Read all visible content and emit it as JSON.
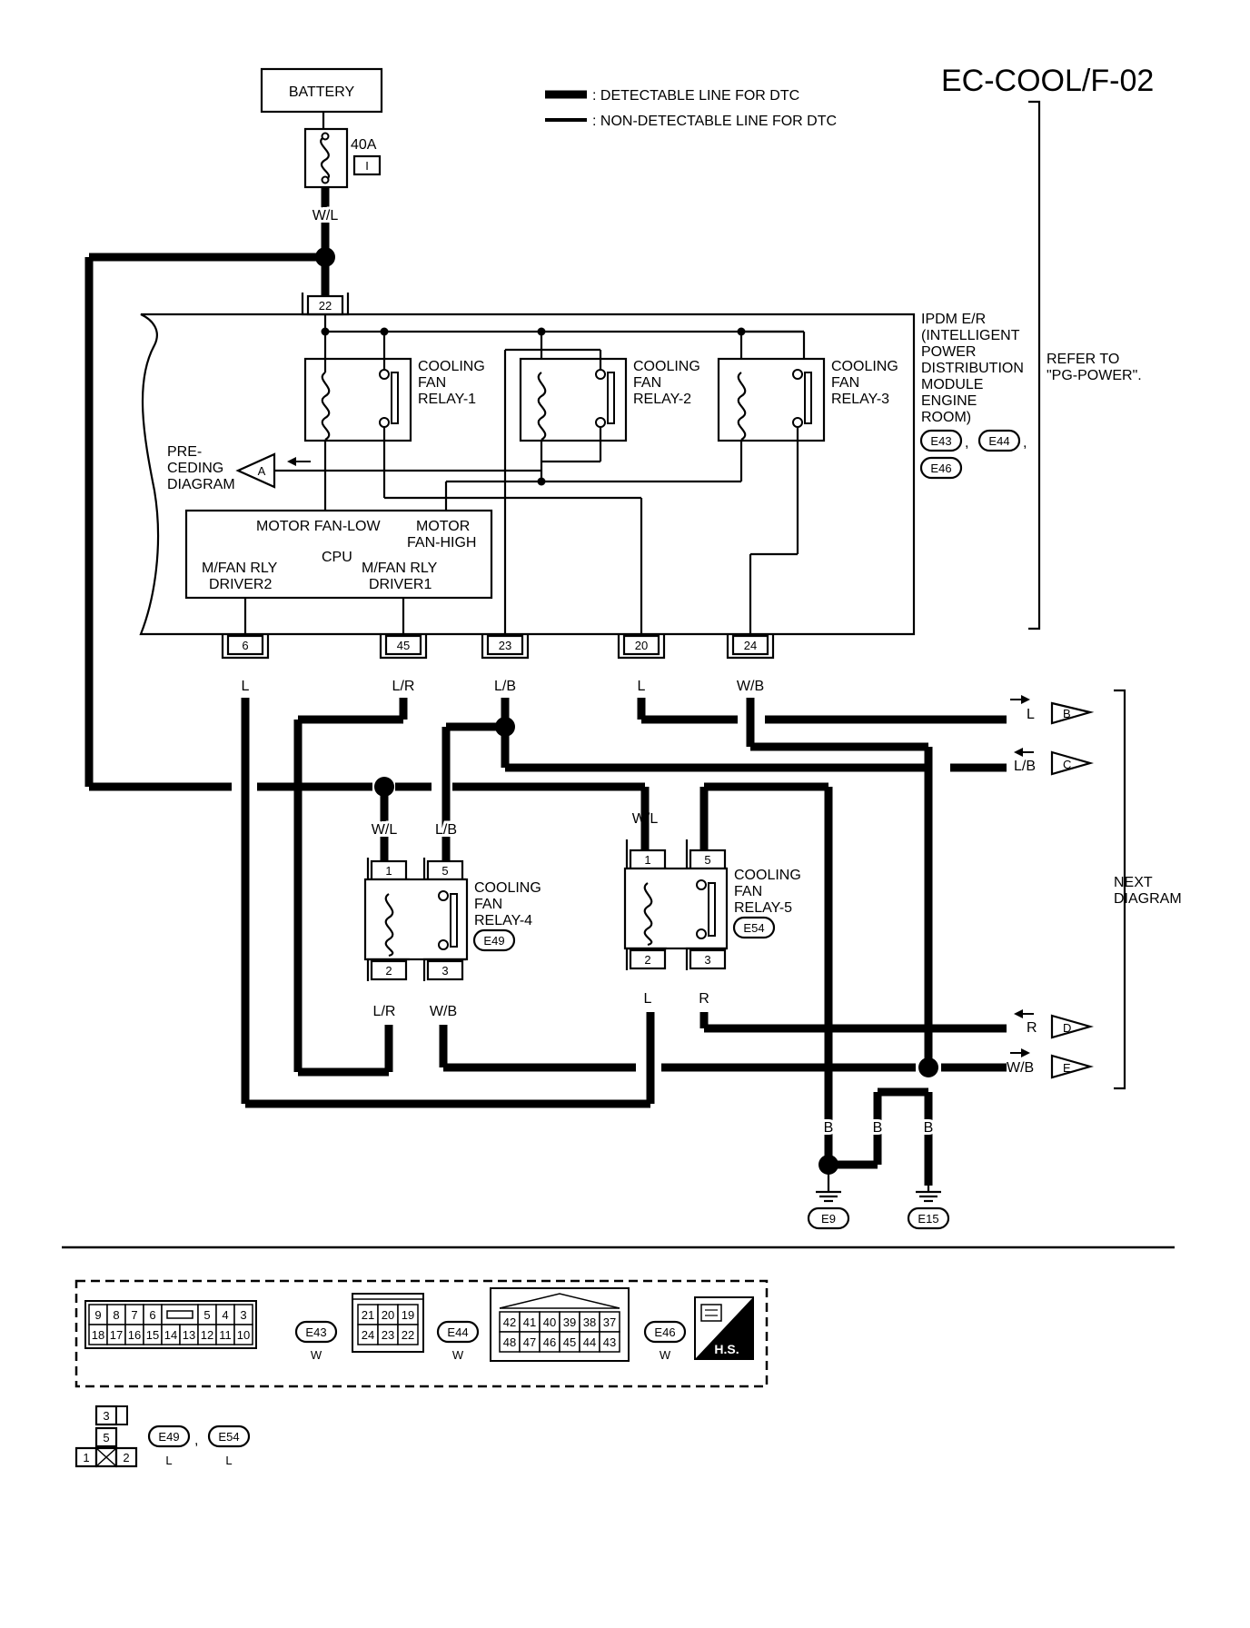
{
  "title": "EC-COOL/F-02",
  "legend": {
    "detectable": ": DETECTABLE LINE FOR DTC",
    "non_detectable": ": NON-DETECTABLE LINE FOR DTC"
  },
  "battery": {
    "label": "BATTERY",
    "fuse_rating": "40A",
    "fuse_id": "I",
    "wire": "W/L"
  },
  "ipdm": {
    "lines": [
      "IPDM E/R",
      "(INTELLIGENT",
      "POWER",
      "DISTRIBUTION",
      "MODULE",
      "ENGINE",
      "ROOM)"
    ],
    "connectors": [
      "E43",
      "E44",
      "E46"
    ],
    "refer": [
      "REFER TO",
      "\"PG-POWER\"."
    ],
    "top_pin": "22"
  },
  "relays": {
    "r1": [
      "COOLING",
      "FAN",
      "RELAY-1"
    ],
    "r2": [
      "COOLING",
      "FAN",
      "RELAY-2"
    ],
    "r3": [
      "COOLING",
      "FAN",
      "RELAY-3"
    ],
    "r4": [
      "COOLING",
      "FAN",
      "RELAY-4"
    ],
    "r5": [
      "COOLING",
      "FAN",
      "RELAY-5"
    ],
    "r4_conn": "E49",
    "r5_conn": "E54"
  },
  "preceding": [
    "PRE-",
    "CEDING",
    "DIAGRAM"
  ],
  "cpu": {
    "motor_fan_low": "MOTOR FAN-LOW",
    "motor_fan_high": [
      "MOTOR",
      "FAN-HIGH"
    ],
    "cpu": "CPU",
    "driver2": [
      "M/FAN RLY",
      "DRIVER2"
    ],
    "driver1": [
      "M/FAN RLY",
      "DRIVER1"
    ]
  },
  "pins": {
    "p6": "6",
    "p45": "45",
    "p23": "23",
    "p20": "20",
    "p24": "24",
    "r4_1": "1",
    "r4_5": "5",
    "r4_2": "2",
    "r4_3": "3",
    "r5_1": "1",
    "r5_5": "5",
    "r5_2": "2",
    "r5_3": "3"
  },
  "wires": {
    "p6": "L",
    "p45": "L/R",
    "p23": "L/B",
    "p20": "L",
    "p24": "W/B",
    "r4_1": "W/L",
    "r4_5": "L/B",
    "r4_2": "L/R",
    "r4_3": "W/B",
    "r5_1": "W/L",
    "r5_5": "B",
    "r5_2": "L",
    "r5_3": "R",
    "out_b": "L",
    "out_c": "L/B",
    "out_d": "R",
    "out_e": "W/B",
    "g1": "B",
    "g2": "B",
    "g3": "B"
  },
  "outputs": {
    "a": "A",
    "b": "B",
    "c": "C",
    "d": "D",
    "e": "E"
  },
  "next": [
    "NEXT",
    "DIAGRAM"
  ],
  "grounds": {
    "e9": "E9",
    "e15": "E15"
  },
  "connectors": {
    "e43_top": [
      "9",
      "8",
      "7",
      "6",
      "5",
      "4",
      "3"
    ],
    "e43_bottom": [
      "18",
      "17",
      "16",
      "15",
      "14",
      "13",
      "12",
      "11",
      "10"
    ],
    "e43": "E43",
    "e43_color": "W",
    "e44_top": [
      "21",
      "20",
      "19"
    ],
    "e44_bottom": [
      "24",
      "23",
      "22"
    ],
    "e44": "E44",
    "e44_color": "W",
    "e46_top": [
      "42",
      "41",
      "40",
      "39",
      "38",
      "37"
    ],
    "e46_bottom": [
      "48",
      "47",
      "46",
      "45",
      "44",
      "43"
    ],
    "e46": "E46",
    "e46_color": "W",
    "hs": "H.S.",
    "relay_pins": [
      "3",
      "5",
      "1",
      "2"
    ],
    "e49": "E49",
    "e49_color": "L",
    "e54": "E54",
    "e54_color": "L"
  }
}
